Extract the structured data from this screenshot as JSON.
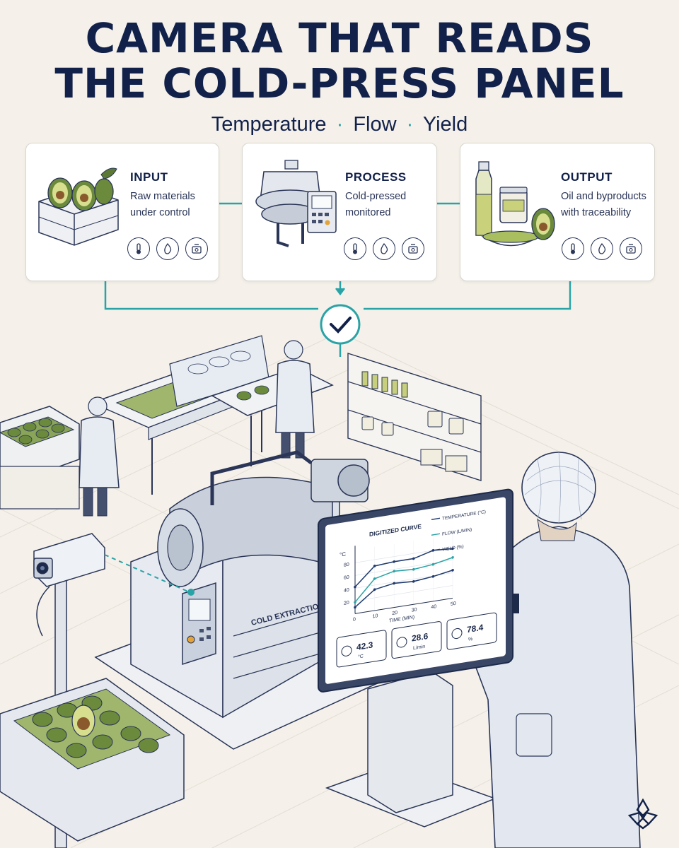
{
  "header": {
    "title_line1": "CAMERA THAT READS",
    "title_line2": "THE COLD-PRESS PANEL",
    "subtitle_parts": [
      "Temperature",
      "Flow",
      "Yield"
    ],
    "subtitle_separator": "·"
  },
  "cards": [
    {
      "title": "INPUT",
      "line1": "Raw materials",
      "line2": "under control",
      "icons": [
        "thermometer-icon",
        "drop-icon",
        "scale-icon"
      ]
    },
    {
      "title": "PROCESS",
      "line1": "Cold-pressed",
      "line2": "monitored",
      "icons": [
        "thermometer-icon",
        "drop-icon",
        "scale-icon"
      ]
    },
    {
      "title": "OUTPUT",
      "line1": "Oil and byproducts",
      "line2": "with traceability",
      "icons": [
        "thermometer-icon",
        "drop-icon",
        "scale-icon"
      ]
    }
  ],
  "machine": {
    "label": "COLD EXTRACTION"
  },
  "monitor": {
    "chart_title": "DIGITIZED CURVE",
    "legend": [
      "TEMPERATURE (°C)",
      "FLOW (L/MIN)",
      "YIELD (%)"
    ],
    "readouts": [
      {
        "value": "42.3",
        "unit": "°C",
        "icon": "thermometer-icon"
      },
      {
        "value": "28.6",
        "unit": "L/min",
        "icon": "drop-icon"
      },
      {
        "value": "78.4",
        "unit": "%",
        "icon": "scale-icon"
      }
    ]
  },
  "chart_data": {
    "type": "line",
    "title": "DIGITIZED CURVE",
    "xlabel": "TIME (MIN)",
    "ylabel": "°C",
    "x": [
      0,
      10,
      20,
      30,
      40,
      50
    ],
    "xticks": [
      0,
      10,
      20,
      30,
      40,
      50
    ],
    "yticks": [
      20,
      40,
      60,
      80
    ],
    "xlim": [
      0,
      50
    ],
    "ylim": [
      0,
      100
    ],
    "grid": true,
    "legend_position": "top-right",
    "series": [
      {
        "name": "TEMPERATURE (°C)",
        "color": "#1f3a6e",
        "values": [
          42,
          70,
          72,
          72,
          80,
          78
        ]
      },
      {
        "name": "FLOW (L/MIN)",
        "color": "#2aa3a6",
        "values": [
          18,
          50,
          57,
          55,
          58,
          64
        ]
      },
      {
        "name": "YIELD (%)",
        "color": "#1f3a6e",
        "values": [
          10,
          33,
          38,
          36,
          39,
          44
        ]
      }
    ]
  },
  "colors": {
    "navy": "#12214a",
    "teal": "#2aa3a6",
    "background": "#f5f1ea",
    "card": "#ffffff",
    "avocado": "#6c8a3c"
  }
}
